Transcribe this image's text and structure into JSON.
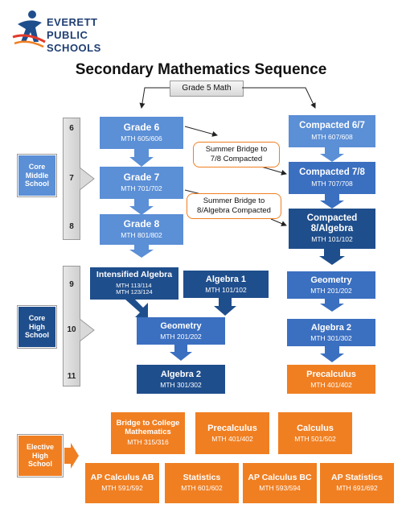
{
  "logo": {
    "line1": "EVERETT",
    "line2": "PUBLIC",
    "line3": "SCHOOLS"
  },
  "title": "Secondary Mathematics Sequence",
  "start": "Grade 5 Math",
  "grades": {
    "g6": "6",
    "g7": "7",
    "g8": "8",
    "g9": "9",
    "g10": "10",
    "g11": "11"
  },
  "side_labels": {
    "core_middle": "Core\nMiddle\nSchool",
    "core_high": "Core\nHigh\nSchool",
    "elective_high": "Elective\nHigh\nSchool"
  },
  "boxes": {
    "grade6": {
      "title": "Grade 6",
      "code": "MTH 605/606"
    },
    "grade7": {
      "title": "Grade 7",
      "code": "MTH 701/702"
    },
    "grade8": {
      "title": "Grade 8",
      "code": "MTH 801/802"
    },
    "compacted67": {
      "title": "Compacted 6/7",
      "code": "MTH 607/608"
    },
    "compacted78": {
      "title": "Compacted 7/8",
      "code": "MTH 707/708"
    },
    "compacted8alg": {
      "title": "Compacted\n8/Algebra",
      "code": "MTH 101/102"
    },
    "intensified": {
      "title": "Intensified Algebra",
      "code": "MTH 113/114\nMTH 123/124"
    },
    "algebra1": {
      "title": "Algebra 1",
      "code": "MTH 101/102"
    },
    "geometry_mid": {
      "title": "Geometry",
      "code": "MTH 201/202"
    },
    "algebra2_mid": {
      "title": "Algebra 2",
      "code": "MTH 301/302"
    },
    "geometry_right": {
      "title": "Geometry",
      "code": "MTH 201/202"
    },
    "algebra2_right": {
      "title": "Algebra 2",
      "code": "MTH 301/302"
    },
    "precalc_right": {
      "title": "Precalculus",
      "code": "MTH 401/402"
    }
  },
  "bridges": {
    "b1": "Summer Bridge to\n7/8 Compacted",
    "b2": "Summer Bridge to\n8/Algebra Compacted"
  },
  "electives": [
    {
      "title": "Bridge to College\nMathematics",
      "code": "MTH 315/316"
    },
    {
      "title": "Precalculus",
      "code": "MTH 401/402"
    },
    {
      "title": "Calculus",
      "code": "MTH 501/502"
    },
    {
      "title": "AP Calculus AB",
      "code": "MTH 591/592"
    },
    {
      "title": "Statistics",
      "code": "MTH 601/602"
    },
    {
      "title": "AP Calculus BC",
      "code": "MTH 593/594"
    },
    {
      "title": "AP Statistics",
      "code": "MTH 691/692"
    }
  ],
  "colors": {
    "light": "#5b8fd6",
    "mid": "#3b6fc0",
    "dark": "#1f4e8c",
    "orange": "#f07f22"
  }
}
